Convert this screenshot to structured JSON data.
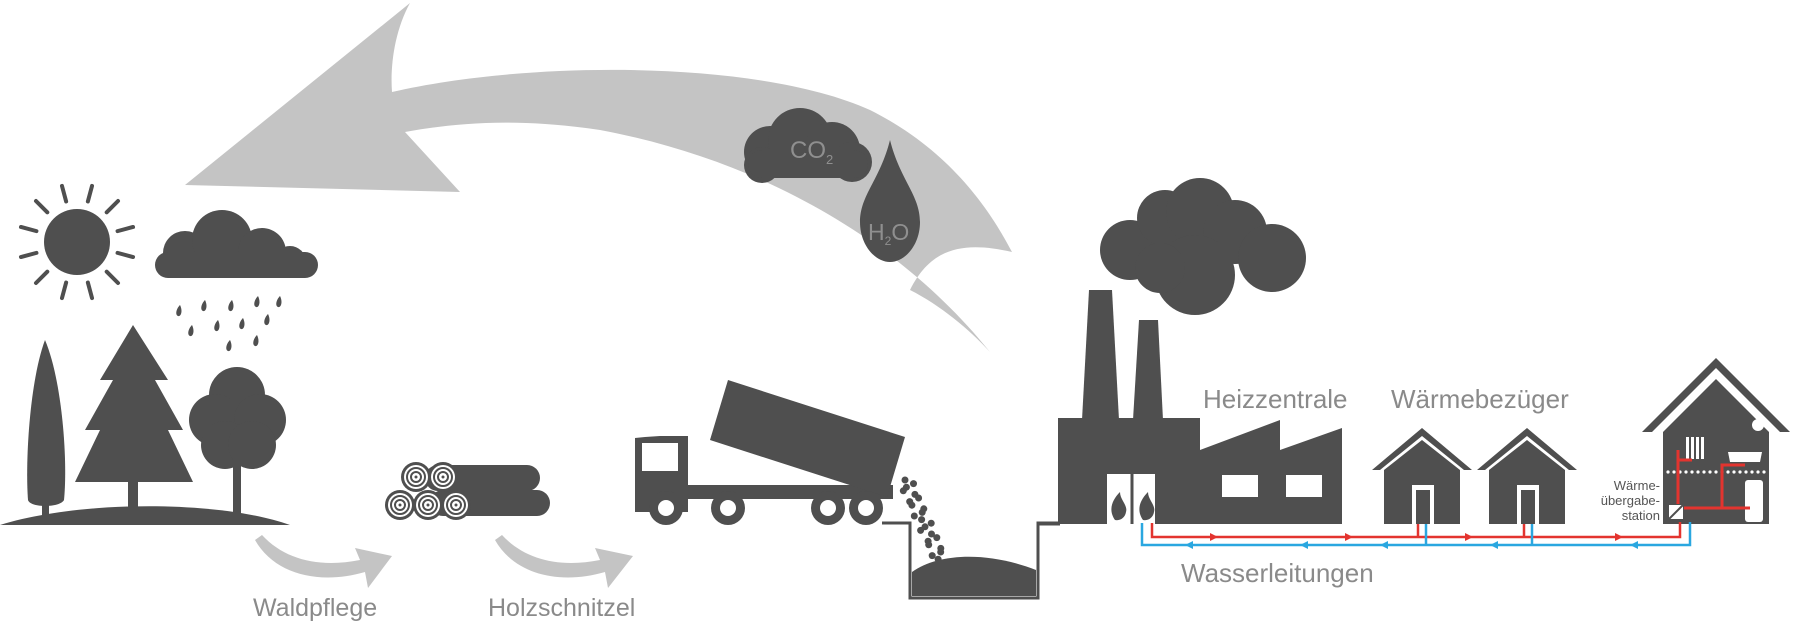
{
  "labels": {
    "heizzentrale": "Heizzentrale",
    "waermebezueger": "Wärmebezüger",
    "wasserleitungen": "Wasserleitungen",
    "waldpflege": "Waldpflege",
    "holzschnitzel": "Holzschnitzel",
    "station_1": "Wärme-",
    "station_2": "übergabe-",
    "station_3": "station"
  },
  "molecules": {
    "co2": {
      "main": "CO",
      "sub": "2"
    },
    "h2o": {
      "a": "H",
      "sub": "2",
      "b": "O"
    }
  },
  "colors": {
    "dark": "#4f4f4f",
    "arrow": "#c4c4c4",
    "label": "#8a8a8a",
    "hot_pipe": "#e3342f",
    "cold_pipe": "#2aa7e0"
  }
}
